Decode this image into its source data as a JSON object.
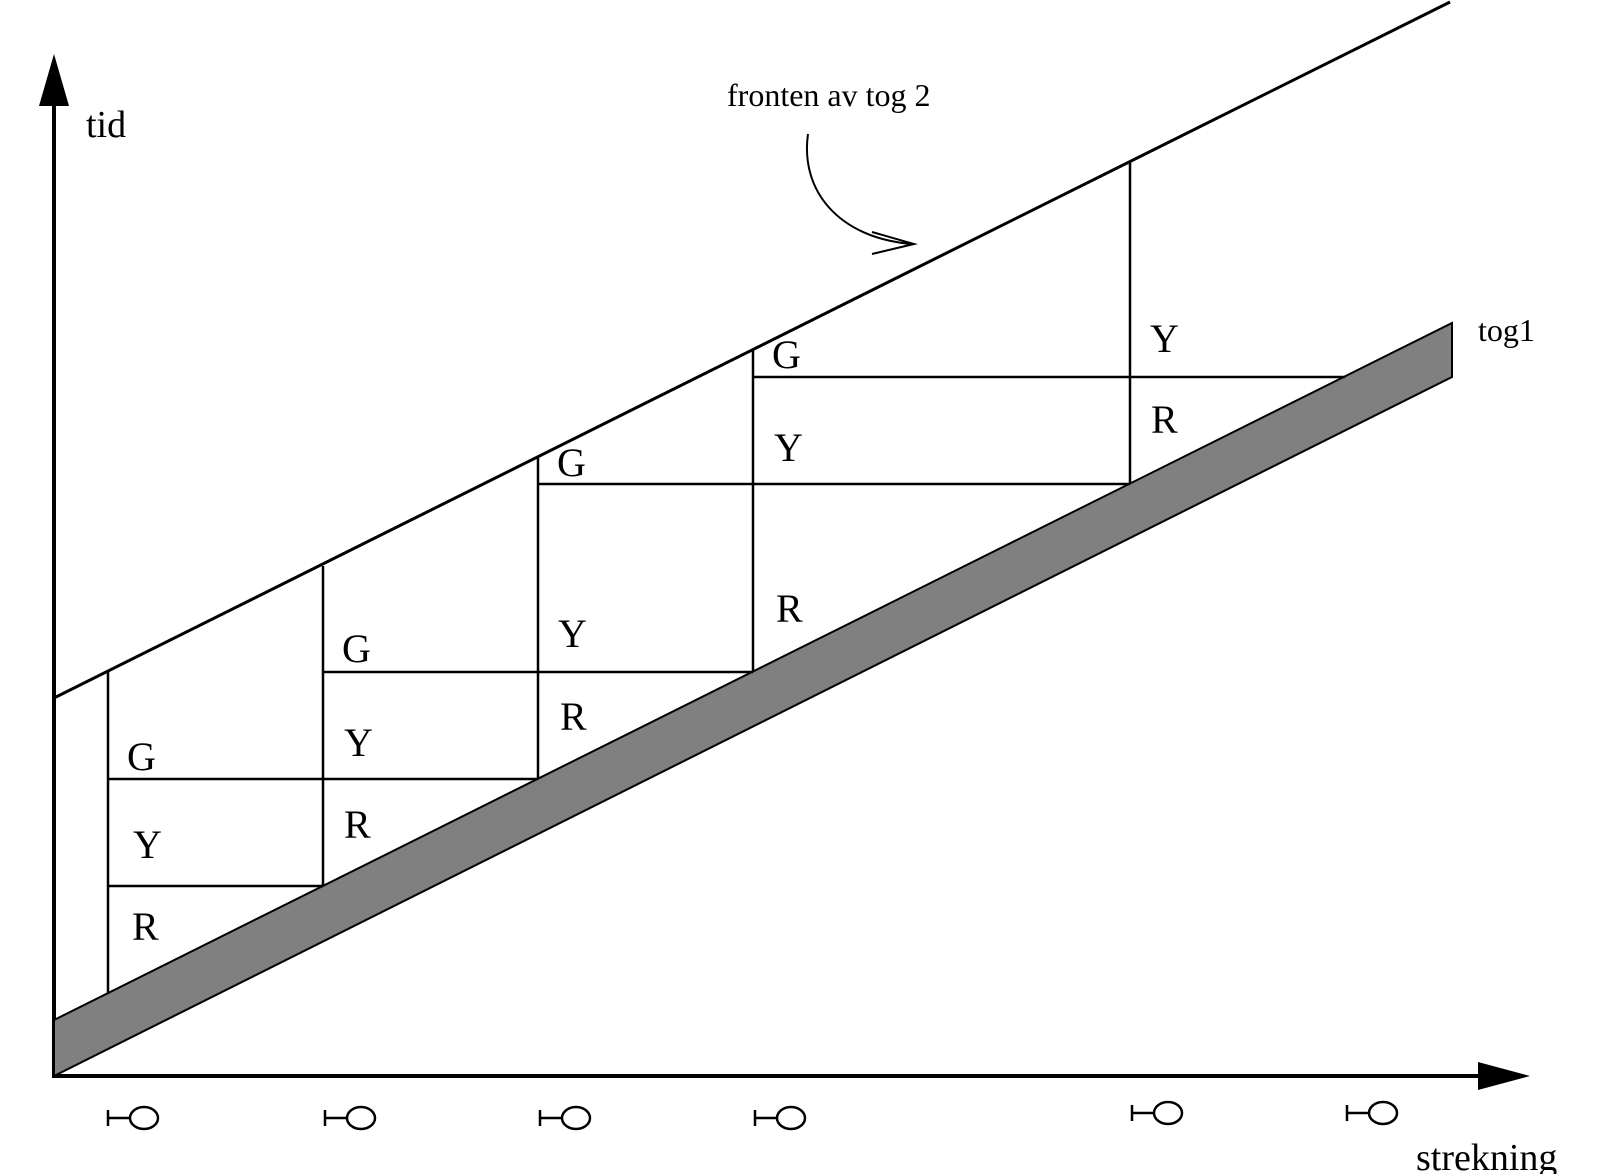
{
  "axis_labels": {
    "y": "tid",
    "x": "strekning"
  },
  "annotations": {
    "train2": "fronten av tog 2",
    "train1": "tog1"
  },
  "signal_aspects": {
    "green": "G",
    "yellow": "Y",
    "red": "R"
  },
  "icons": {
    "signal": "signal-post-icon"
  },
  "colors": {
    "line": "#000000",
    "train1_fill": "#808080",
    "background": "#ffffff"
  }
}
